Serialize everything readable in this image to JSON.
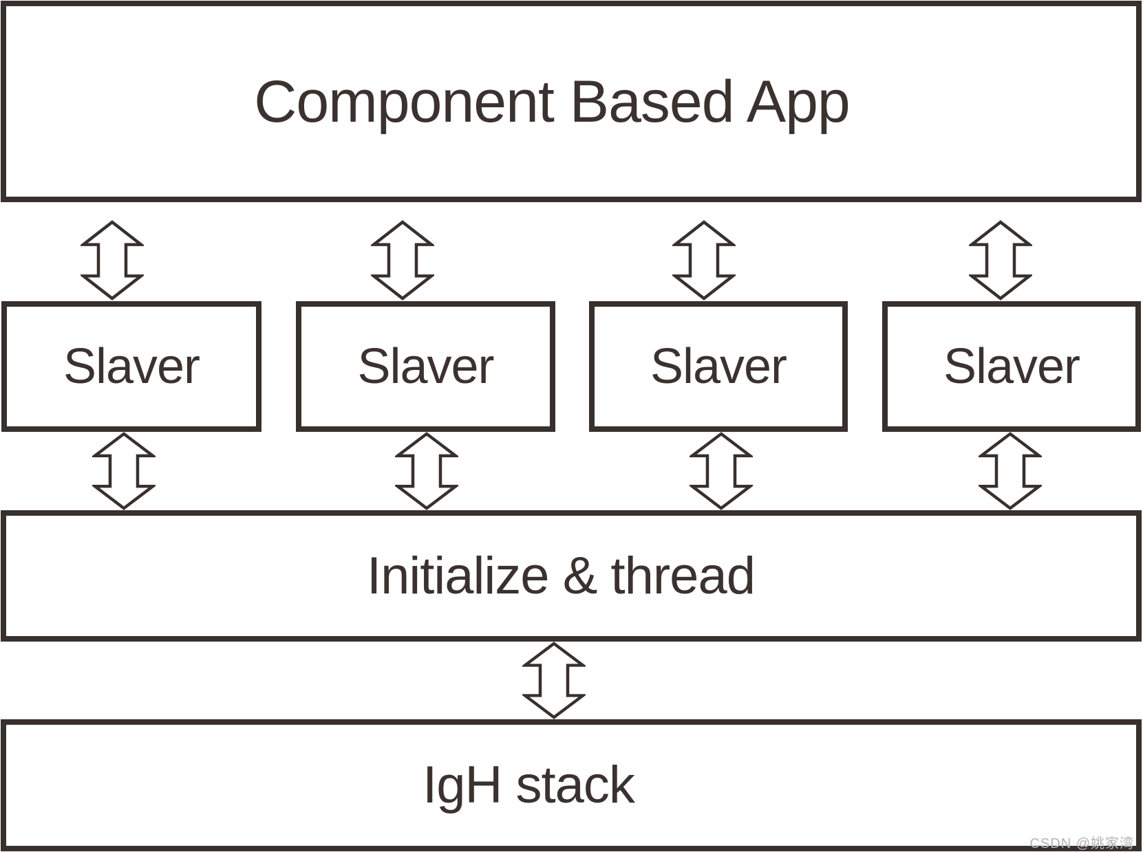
{
  "diagram": {
    "title_box": "Component Based App",
    "slaver_boxes": [
      "Slaver",
      "Slaver",
      "Slaver",
      "Slaver"
    ],
    "init_box": "Initialize & thread",
    "igh_box": "IgH stack",
    "arrow_icon": "double-vertical-arrow",
    "arrow_counts": {
      "app_to_slaver": 4,
      "slaver_to_init": 4,
      "init_to_igh": 1
    },
    "watermark": "CSDN @姚家湾",
    "colors": {
      "line": "#38302d",
      "text": "#3b3230",
      "watermark": "#b5b3b2",
      "background": "#ffffff"
    }
  }
}
